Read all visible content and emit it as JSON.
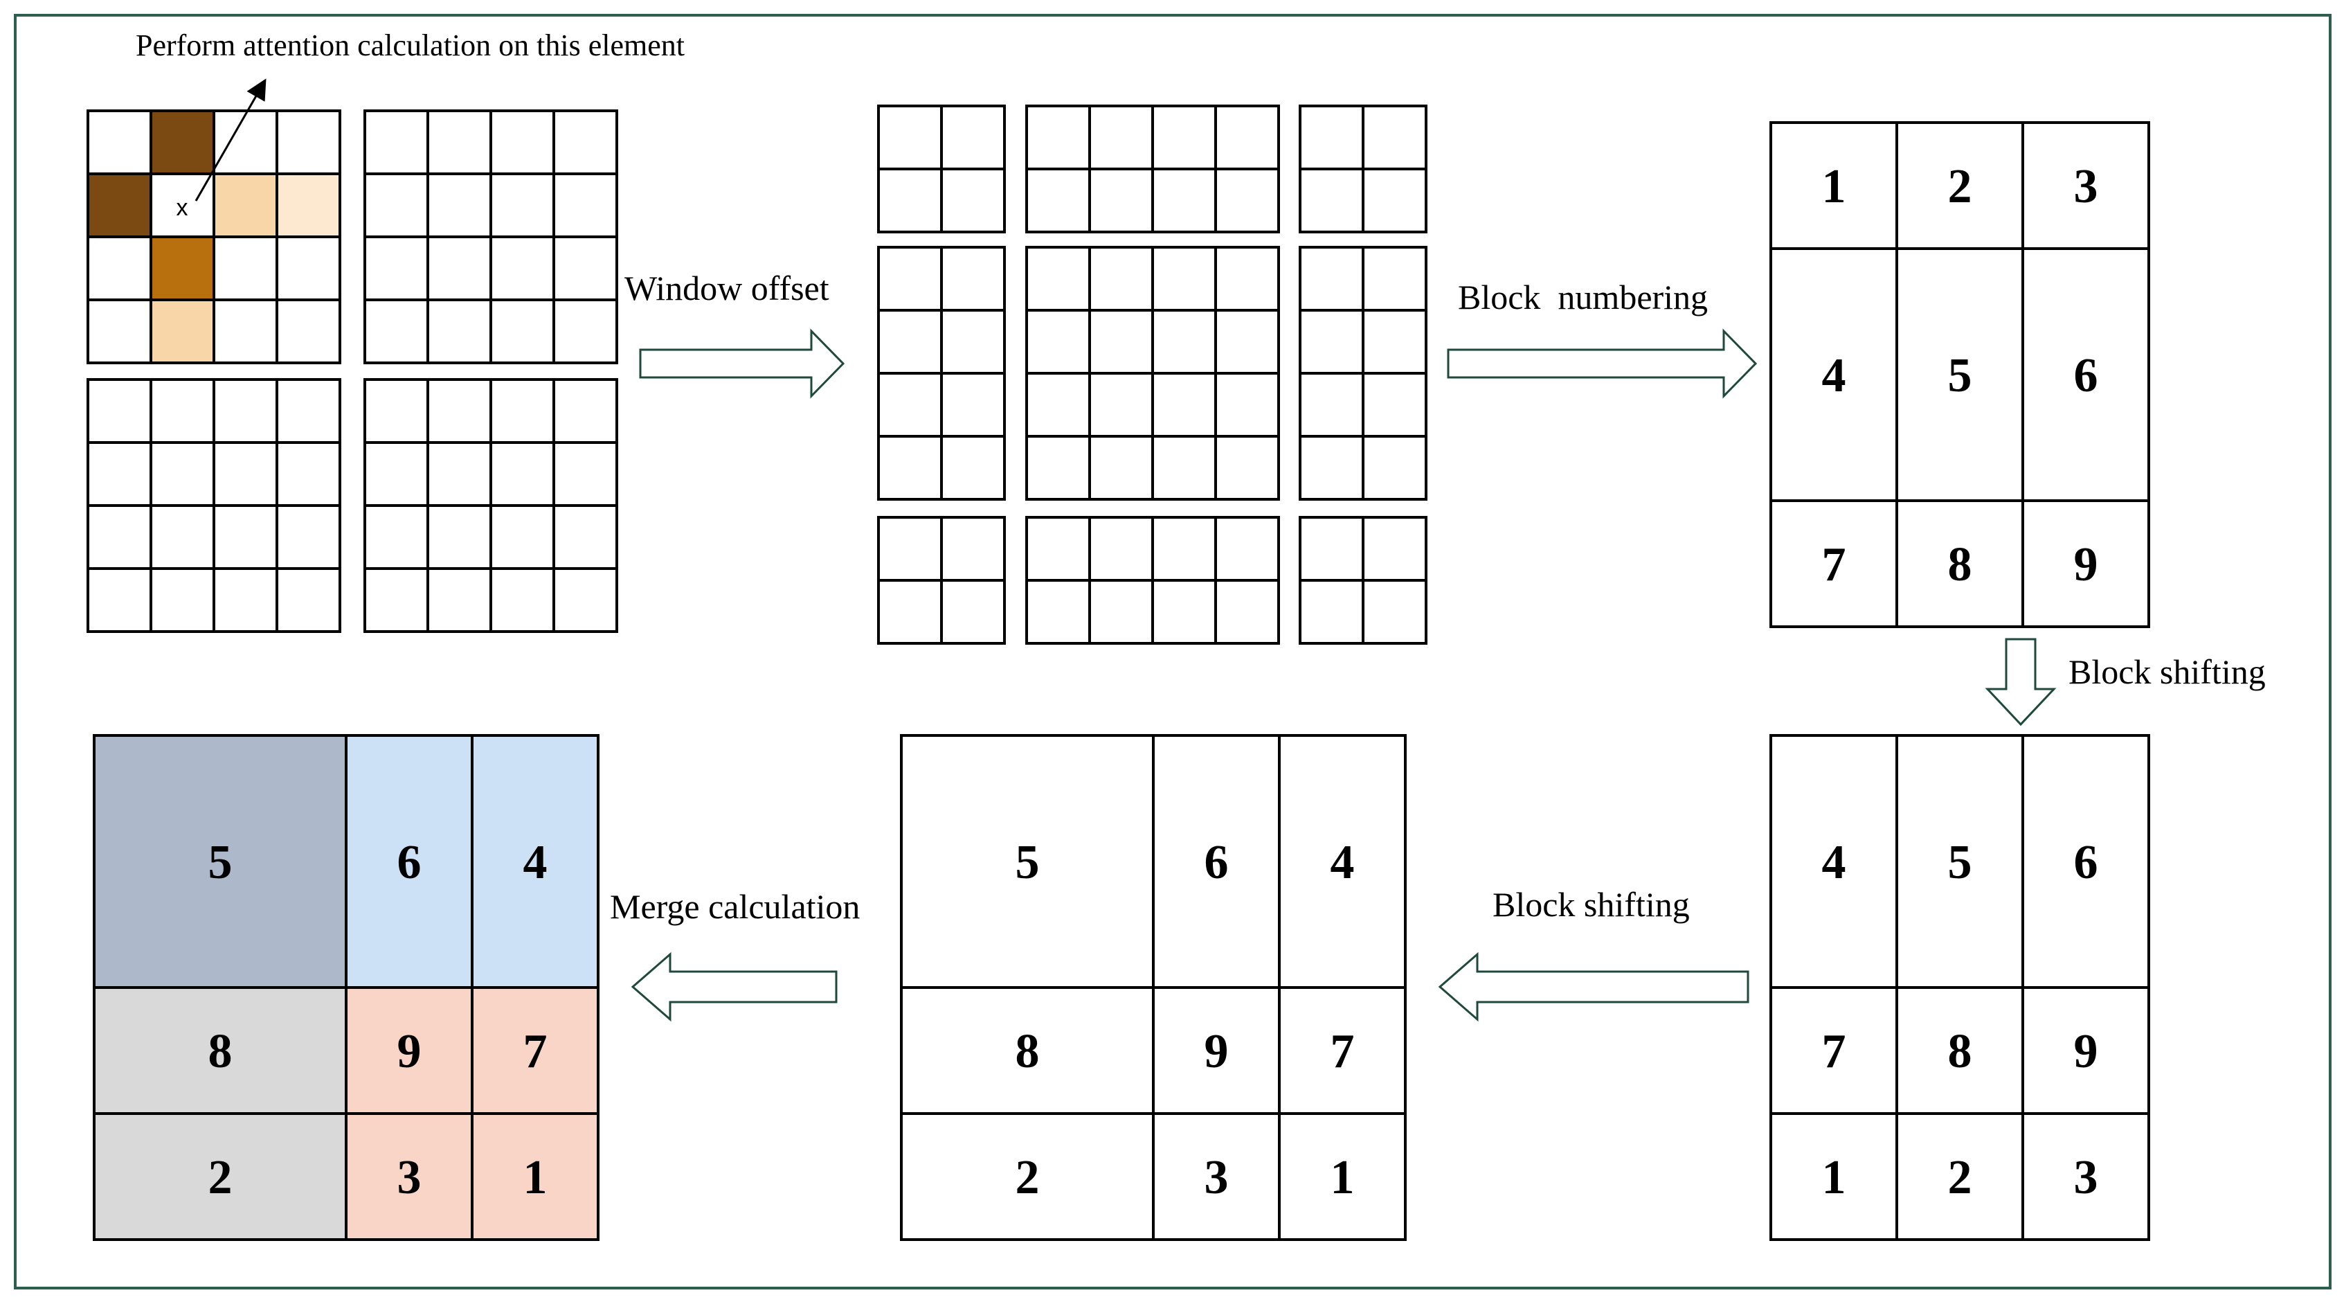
{
  "annotation": "Perform attention calculation on this element",
  "element_marker": "x",
  "steps": {
    "window_offset": "Window offset",
    "block_numbering": "Block  numbering",
    "block_shifting_down": "Block shifting",
    "block_shifting_left": "Block shifting",
    "merge_calculation": "Merge calculation"
  },
  "colors": {
    "frame": "#2e5e4e",
    "arrow": "#1f4a3a",
    "highlight_dark": "#7a4a12",
    "highlight_mid": "#b8700f",
    "highlight_light": "#f9d6a8",
    "highlight_lighter": "#fde8d0",
    "merge_slate": "#adb9ca",
    "merge_blue": "#cce1f5",
    "merge_gray": "#d9d9d9",
    "merge_peach": "#f8d5c7"
  },
  "grids": {
    "numbered": [
      "1",
      "2",
      "3",
      "4",
      "5",
      "6",
      "7",
      "8",
      "9"
    ],
    "shifted_once": [
      "4",
      "5",
      "6",
      "7",
      "8",
      "9",
      "1",
      "2",
      "3"
    ],
    "shifted_twice": [
      "5",
      "6",
      "4",
      "8",
      "9",
      "7",
      "2",
      "3",
      "1"
    ],
    "merged": [
      "5",
      "6",
      "4",
      "8",
      "9",
      "7",
      "2",
      "3",
      "1"
    ]
  }
}
